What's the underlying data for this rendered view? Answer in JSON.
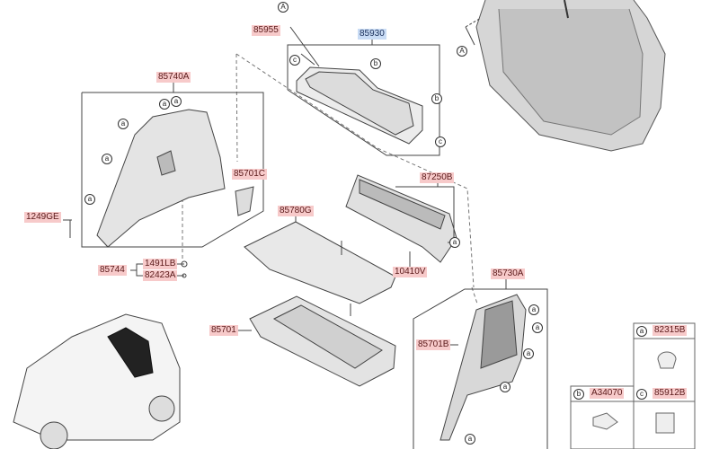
{
  "diagram": {
    "parts": {
      "p85955": "85955",
      "p85930": "85930",
      "p85740A": "85740A",
      "p85701C": "85701C",
      "p87250B": "87250B",
      "p85780G": "85780G",
      "p1249GE": "1249GE",
      "p1491LB": "1491LB",
      "p82423A": "82423A",
      "p85744": "85744",
      "p10410V": "10410V",
      "p85730A": "85730A",
      "p85701B": "85701B",
      "p85701": "85701"
    },
    "callouts": {
      "a": "a",
      "b": "b",
      "c": "c",
      "A": "A"
    },
    "legend": [
      {
        "key": "a",
        "part": "82315B"
      },
      {
        "key": "b",
        "part": "A34070"
      },
      {
        "key": "c",
        "part": "85912B"
      }
    ]
  }
}
